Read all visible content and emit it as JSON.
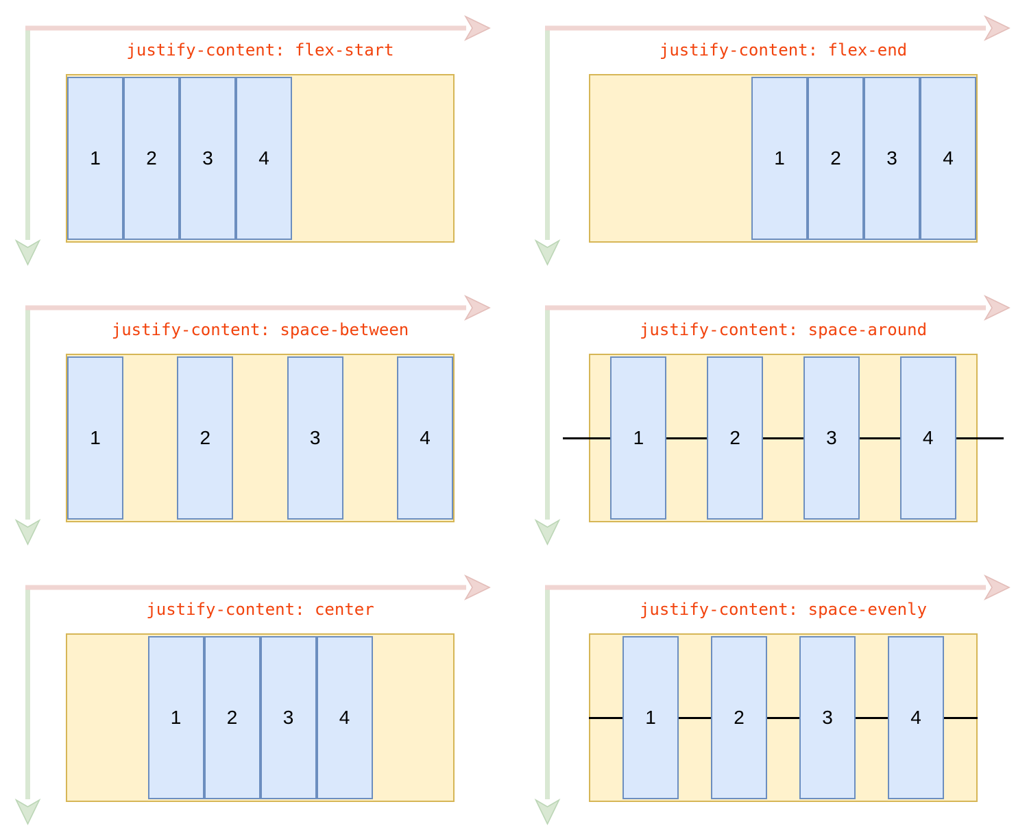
{
  "colors": {
    "title": "#F2430D",
    "main_axis_arrow": "#F0D5D2",
    "main_axis_arrow_edge": "#E3BDB9",
    "cross_axis_arrow": "#D9E8D3",
    "cross_axis_arrow_edge": "#BCD6B6",
    "container_fill": "#FFF2CC",
    "container_border": "#D6B656",
    "item_fill": "#DAE8FC",
    "item_border": "#6C8EBF",
    "ruler_line": "#000000",
    "item_number": "#000000"
  },
  "panels": [
    {
      "property": "justify-content",
      "value": "flex-start",
      "title": "justify-content: flex-start",
      "column": "left",
      "items": [
        "1",
        "2",
        "3",
        "4"
      ],
      "ruler": "none"
    },
    {
      "property": "justify-content",
      "value": "flex-end",
      "title": "justify-content: flex-end",
      "column": "right",
      "items": [
        "1",
        "2",
        "3",
        "4"
      ],
      "ruler": "none"
    },
    {
      "property": "justify-content",
      "value": "space-between",
      "title": "justify-content: space-between",
      "column": "left",
      "items": [
        "1",
        "2",
        "3",
        "4"
      ],
      "ruler": "none"
    },
    {
      "property": "justify-content",
      "value": "space-around",
      "title": "justify-content: space-around",
      "column": "right",
      "items": [
        "1",
        "2",
        "3",
        "4"
      ],
      "ruler": "outside"
    },
    {
      "property": "justify-content",
      "value": "center",
      "title": "justify-content: center",
      "column": "left",
      "items": [
        "1",
        "2",
        "3",
        "4"
      ],
      "ruler": "none"
    },
    {
      "property": "justify-content",
      "value": "space-evenly",
      "title": "justify-content: space-evenly",
      "column": "right",
      "items": [
        "1",
        "2",
        "3",
        "4"
      ],
      "ruler": "inside"
    }
  ]
}
